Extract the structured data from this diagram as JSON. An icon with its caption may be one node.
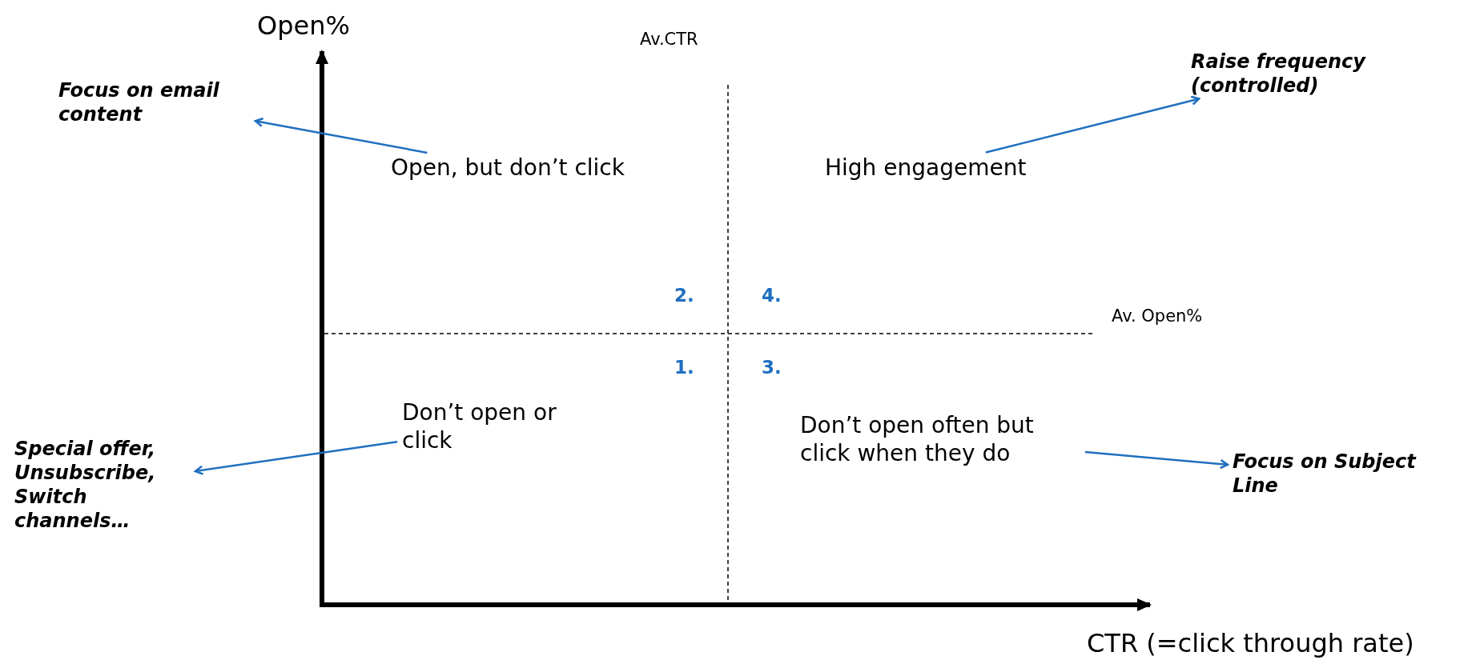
{
  "diagram": {
    "nodes": [
      {
        "text": [
          "Open, but don’t click"
        ]
      },
      {
        "text": [
          "High engagement"
        ]
      },
      {
        "text": [
          "Don’t open or click"
        ]
      },
      {
        "text": [
          "Don’t open often but click when they do"
        ]
      },
      {
        "text": [
          "Focus on email content"
        ]
      },
      {
        "text": [
          "Raise frequency (controlled)"
        ]
      },
      {
        "text": [
          "Special offer, Unsubscribe, Switch channels…"
        ]
      },
      {
        "text": [
          "Focus on Subject Line"
        ]
      }
    ],
    "edges": [
      {
        "from": 0,
        "to": 4,
        "arrow": "to"
      },
      {
        "from": 1,
        "to": 5,
        "arrow": "to"
      },
      {
        "from": 2,
        "to": 6,
        "arrow": "to"
      },
      {
        "from": 3,
        "to": 7,
        "arrow": "to"
      }
    ],
    "labels": [
      "Open%",
      "Av.CTR",
      "2.",
      "4.",
      "Av. Open%",
      "1.",
      "3.",
      "CTR (=click through rate)"
    ]
  }
}
